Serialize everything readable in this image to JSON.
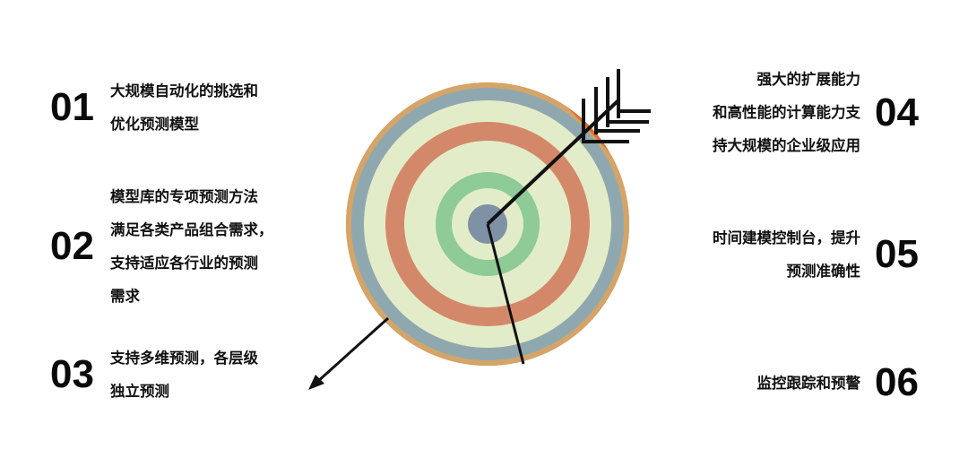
{
  "items": [
    {
      "id": "01",
      "text": "大规模自动化的挑选和\n优化预测模型"
    },
    {
      "id": "02",
      "text": "模型库的专项预测方法\n满足各类产品组合需求，\n支持适应各行业的预测\n需求"
    },
    {
      "id": "03",
      "text": "支持多维预测，各层级\n独立预测"
    },
    {
      "id": "04",
      "text": "强大的扩展能力\n和高性能的计算能力支\n持大规模的企业级应用"
    },
    {
      "id": "05",
      "text": "时间建模控制台，提升\n预测准确性"
    },
    {
      "id": "06",
      "text": "监控跟踪和预警"
    }
  ],
  "colors": {
    "outer_orange": "#d8702e",
    "ring_blue": "#4f86c4",
    "ring_red": "#dc3a24",
    "ring_green": "#57bb94",
    "center_blue": "#3f55a6",
    "overlay_tan": "#d4a468",
    "overlay_slate": "#8fa8b0",
    "overlay_cream": "#e3ecc8",
    "arrow": "#111111"
  }
}
